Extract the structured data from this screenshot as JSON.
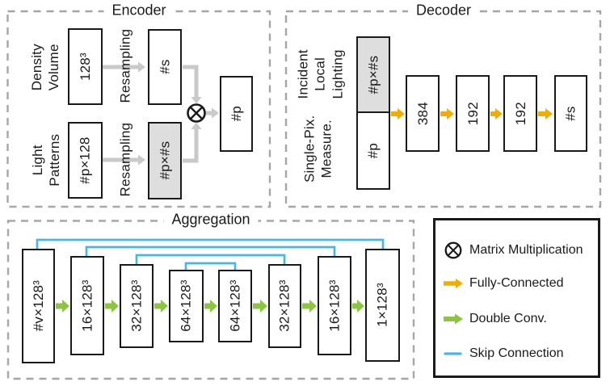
{
  "colors": {
    "fully_connected": "#F2AE00",
    "double_conv": "#8CC63F",
    "skip_connection": "#45B7E8",
    "resample_arrow": "#C9C9C9",
    "highlight_fill": "#DEDEDE",
    "box_border": "#1A1A1A",
    "dashed_border": "#A6A6A6"
  },
  "encoder": {
    "title": "Encoder",
    "density_volume_label": "Density\nVolume",
    "light_patterns_label": "Light\nPatterns",
    "resampling_top_label": "Resampling",
    "resampling_bottom_label": "Resampling",
    "boxes": {
      "density_volume": "128³",
      "light_patterns": "#p×128",
      "resampled_volume": "#s",
      "resampled_patterns": "#p×#s",
      "output": "#p"
    }
  },
  "decoder": {
    "title": "Decoder",
    "incident_lighting_label": "Incident\nLocal\nLighting",
    "single_pixel_label": "Single-Pix.\nMeasure.",
    "boxes": {
      "incident_lighting": "#p×#s",
      "single_pixel": "#p",
      "fc1": "384",
      "fc2": "192",
      "fc3": "192",
      "output": "#s"
    }
  },
  "aggregation": {
    "title": "Aggregation",
    "boxes": [
      {
        "label": "#v×128³"
      },
      {
        "label": "16×128³"
      },
      {
        "label": "32×128³"
      },
      {
        "label": "64×128³"
      },
      {
        "label": "64×128³"
      },
      {
        "label": "32×128³"
      },
      {
        "label": "16×128³"
      },
      {
        "label": "1×128³"
      }
    ]
  },
  "legend": {
    "items": [
      {
        "icon": "matrix-multiplication-icon",
        "label": "Matrix Multiplication"
      },
      {
        "icon": "fully-connected-arrow-icon",
        "label": "Fully-Connected"
      },
      {
        "icon": "double-conv-arrow-icon",
        "label": "Double Conv."
      },
      {
        "icon": "skip-connection-line-icon",
        "label": "Skip Connection"
      }
    ]
  }
}
